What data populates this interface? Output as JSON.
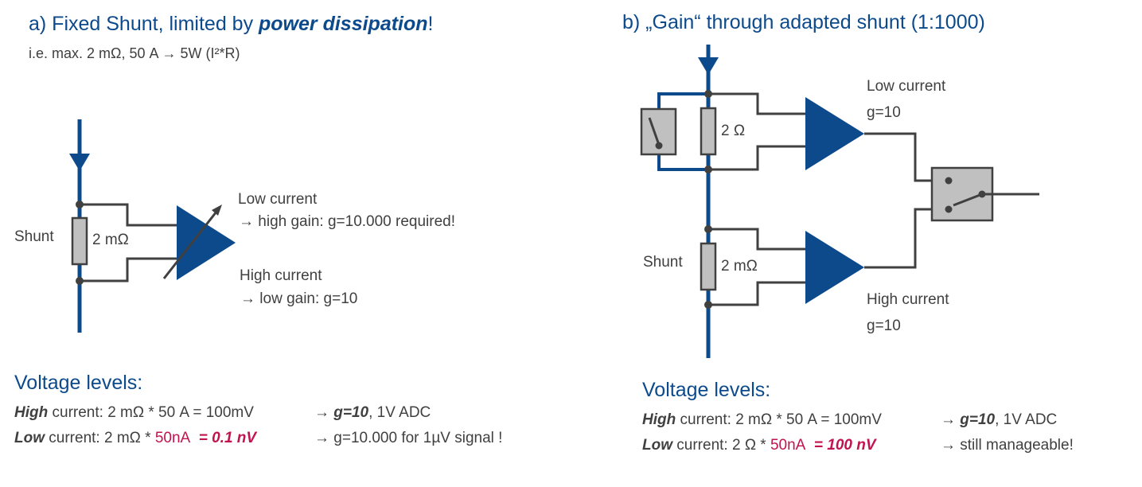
{
  "left": {
    "title_prefix": "a) Fixed Shunt, limited by ",
    "title_bold": "power dissipation",
    "title_suffix": "!",
    "subtitle": "i.e.   max.  2 mΩ,  50 A → 5W  (I²*R)",
    "shunt_label": "Shunt",
    "resistor_value": "2 mΩ",
    "low_current_title": "Low current",
    "low_current_note": "→ high gain: g=10.000 required!",
    "high_current_title": "High current",
    "high_current_note": "→ low gain: g=10",
    "voltage_title": "Voltage levels:",
    "line1": {
      "lead": "High",
      "rest": " current:  2 mΩ * 50 A = 100mV",
      "arrow": "→ ",
      "gain": "g=10",
      "tail": ", 1V ADC"
    },
    "line2": {
      "lead": "Low",
      "rest": " current:  2 mΩ * ",
      "red": "50nA",
      "redbold": "  = 0.1 nV",
      "tail": "→ g=10.000 for 1µV signal !"
    }
  },
  "right": {
    "title": "b) „Gain“ through adapted shunt (1:1000)",
    "resistor_top_value": "2 Ω",
    "shunt_label": "Shunt",
    "resistor_bottom_value": "2 mΩ",
    "low_current_title": "Low current",
    "low_current_gain": "g=10",
    "high_current_title": "High current",
    "high_current_gain": "g=10",
    "voltage_title": "Voltage levels:",
    "line1": {
      "lead": "High",
      "rest": " current:  2 mΩ * 50 A = 100mV",
      "arrow": "→ ",
      "gain": "g=10",
      "tail": ", 1V ADC"
    },
    "line2": {
      "lead": "Low",
      "rest": " current:  2 Ω * ",
      "red": "50nA",
      "redbold": "  = 100 nV",
      "tail": "→ still manageable!"
    }
  },
  "colors": {
    "blue": "#0c4a8c",
    "wire": "#404040",
    "component_fill": "#c0c0c0",
    "highlight": "#c0134f"
  }
}
